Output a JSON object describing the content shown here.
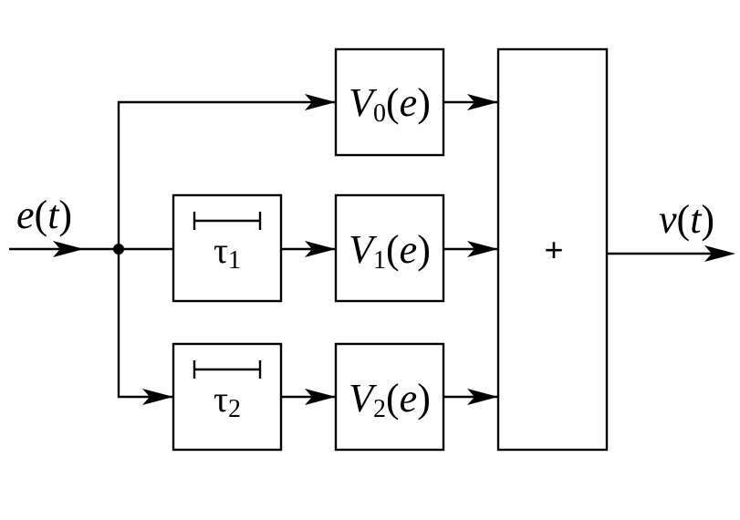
{
  "input": {
    "fn": "e",
    "open": "(",
    "var": "t",
    "close": ")"
  },
  "output": {
    "fn": "v",
    "open": "(",
    "var": "t",
    "close": ")"
  },
  "delays": [
    {
      "symbol": "τ",
      "sub": "1"
    },
    {
      "symbol": "τ",
      "sub": "2"
    }
  ],
  "kernels": [
    {
      "fn": "V",
      "sub": "0",
      "open": "(",
      "arg": "e",
      "close": ")"
    },
    {
      "fn": "V",
      "sub": "1",
      "open": "(",
      "arg": "e",
      "close": ")"
    },
    {
      "fn": "V",
      "sub": "2",
      "open": "(",
      "arg": "e",
      "close": ")"
    }
  ],
  "summer": {
    "symbol": "+"
  }
}
